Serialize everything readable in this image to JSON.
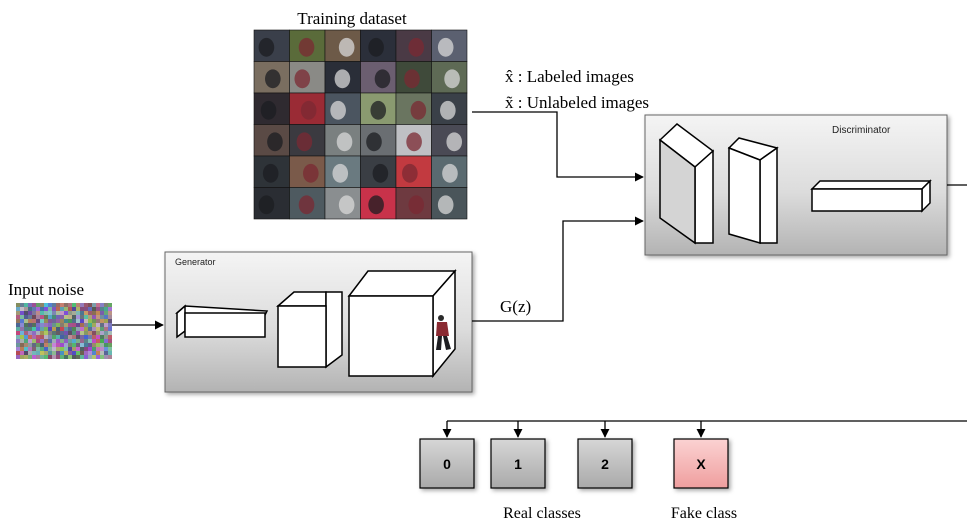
{
  "dataset": {
    "title": "Training dataset",
    "thumbnail_colors": [
      "#3a3f4a",
      "#5a6b3a",
      "#6d5a48",
      "#2b2f3a",
      "#4a3a45",
      "#5b6070",
      "#7a6e60",
      "#8a8a86",
      "#2a2e38",
      "#6b5e70",
      "#3f4a3a",
      "#5e6a55",
      "#2f2a30",
      "#9a2b35",
      "#4b5560",
      "#8a9a70",
      "#6a7560",
      "#3a4048",
      "#5a4a45",
      "#3b3a40",
      "#7a8080",
      "#6a6e72",
      "#bfc0c4",
      "#4a4a55",
      "#2e3338",
      "#7a5a4a",
      "#6a7a80",
      "#3a3e44",
      "#c23a40",
      "#5a6a70",
      "#2a2d33",
      "#4e5a60",
      "#8a8e90",
      "#c8324a",
      "#6e3a40",
      "#4a555a"
    ]
  },
  "inputs": {
    "labeled": "x̂ : Labeled images",
    "unlabeled": "x̃ : Unlabeled images"
  },
  "noise": {
    "label": "Input noise"
  },
  "generator": {
    "label": "Generator"
  },
  "gz": {
    "label": "G(z)"
  },
  "discriminator": {
    "label": "Discriminator"
  },
  "outputs": {
    "classes": [
      {
        "label": "0",
        "kind": "real"
      },
      {
        "label": "1",
        "kind": "real"
      },
      {
        "label": "2",
        "kind": "real"
      },
      {
        "label": "X",
        "kind": "fake"
      }
    ],
    "real_caption": "Real classes",
    "fake_caption": "Fake class"
  },
  "colors": {
    "panel_top": "#f2f2f2",
    "panel_bottom": "#b7b7b7",
    "class_box": "#bdbdbd",
    "fake_box": "#f4b6b6",
    "line": "#000000"
  }
}
